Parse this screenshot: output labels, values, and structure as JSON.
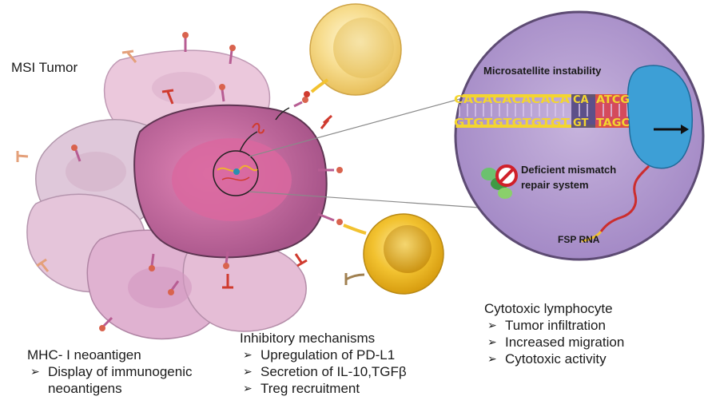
{
  "labels": {
    "tumor": "MSI Tumor",
    "mhc": {
      "title": "MHC- I neoantigen",
      "items": [
        "Display of immunogenic",
        "neoantigens"
      ]
    },
    "inhibitory": {
      "title": "Inhibitory mechanisms",
      "items": [
        "Upregulation of PD-L1",
        "Secretion of IL-10,TGFβ",
        "Treg recruitment"
      ]
    },
    "cytotoxic": {
      "title": "Cytotoxic lymphocyte",
      "items": [
        "Tumor infiltration",
        "Increased migration",
        "Cytotoxic activity"
      ]
    }
  },
  "inset": {
    "title": "Microsatellite instability",
    "top_strand": "CACACACACACA",
    "top_mut1": "CA",
    "top_mut2": "ATCG",
    "bottom_strand": "GTGTGTGTGTGT",
    "bottom_mut1": "GT",
    "bottom_mut2": "TAGC",
    "mmr_line1": "Deficient mismatch",
    "mmr_line2": "repair system",
    "fsp": "FSP RNA"
  },
  "icons": [
    "arrow-right-icon",
    "no-symbol-icon"
  ]
}
